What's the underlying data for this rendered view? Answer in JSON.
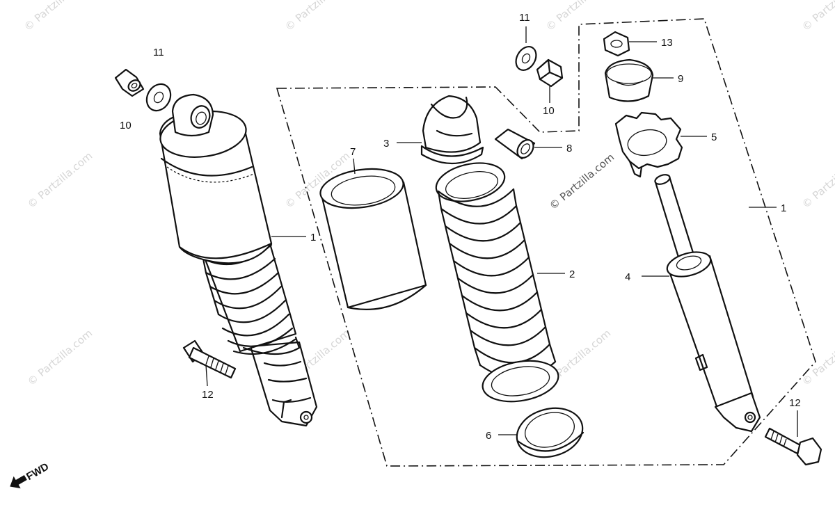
{
  "watermark": {
    "text": "© Partzilla.com",
    "color": "#d6d6d6"
  },
  "direction_marker": {
    "label": "FWD",
    "icon": "arrow-left-icon"
  },
  "callouts": [
    {
      "id": "c11a",
      "label": "11"
    },
    {
      "id": "c10a",
      "label": "10"
    },
    {
      "id": "c1a",
      "label": "1"
    },
    {
      "id": "c12a",
      "label": "12"
    },
    {
      "id": "c7",
      "label": "7"
    },
    {
      "id": "c3",
      "label": "3"
    },
    {
      "id": "c8",
      "label": "8"
    },
    {
      "id": "c2",
      "label": "2"
    },
    {
      "id": "c6",
      "label": "6"
    },
    {
      "id": "c11b",
      "label": "11"
    },
    {
      "id": "c10b",
      "label": "10"
    },
    {
      "id": "c13",
      "label": "13"
    },
    {
      "id": "c9",
      "label": "9"
    },
    {
      "id": "c5",
      "label": "5"
    },
    {
      "id": "c4",
      "label": "4"
    },
    {
      "id": "c1b",
      "label": "1"
    },
    {
      "id": "c12b",
      "label": "12"
    }
  ]
}
